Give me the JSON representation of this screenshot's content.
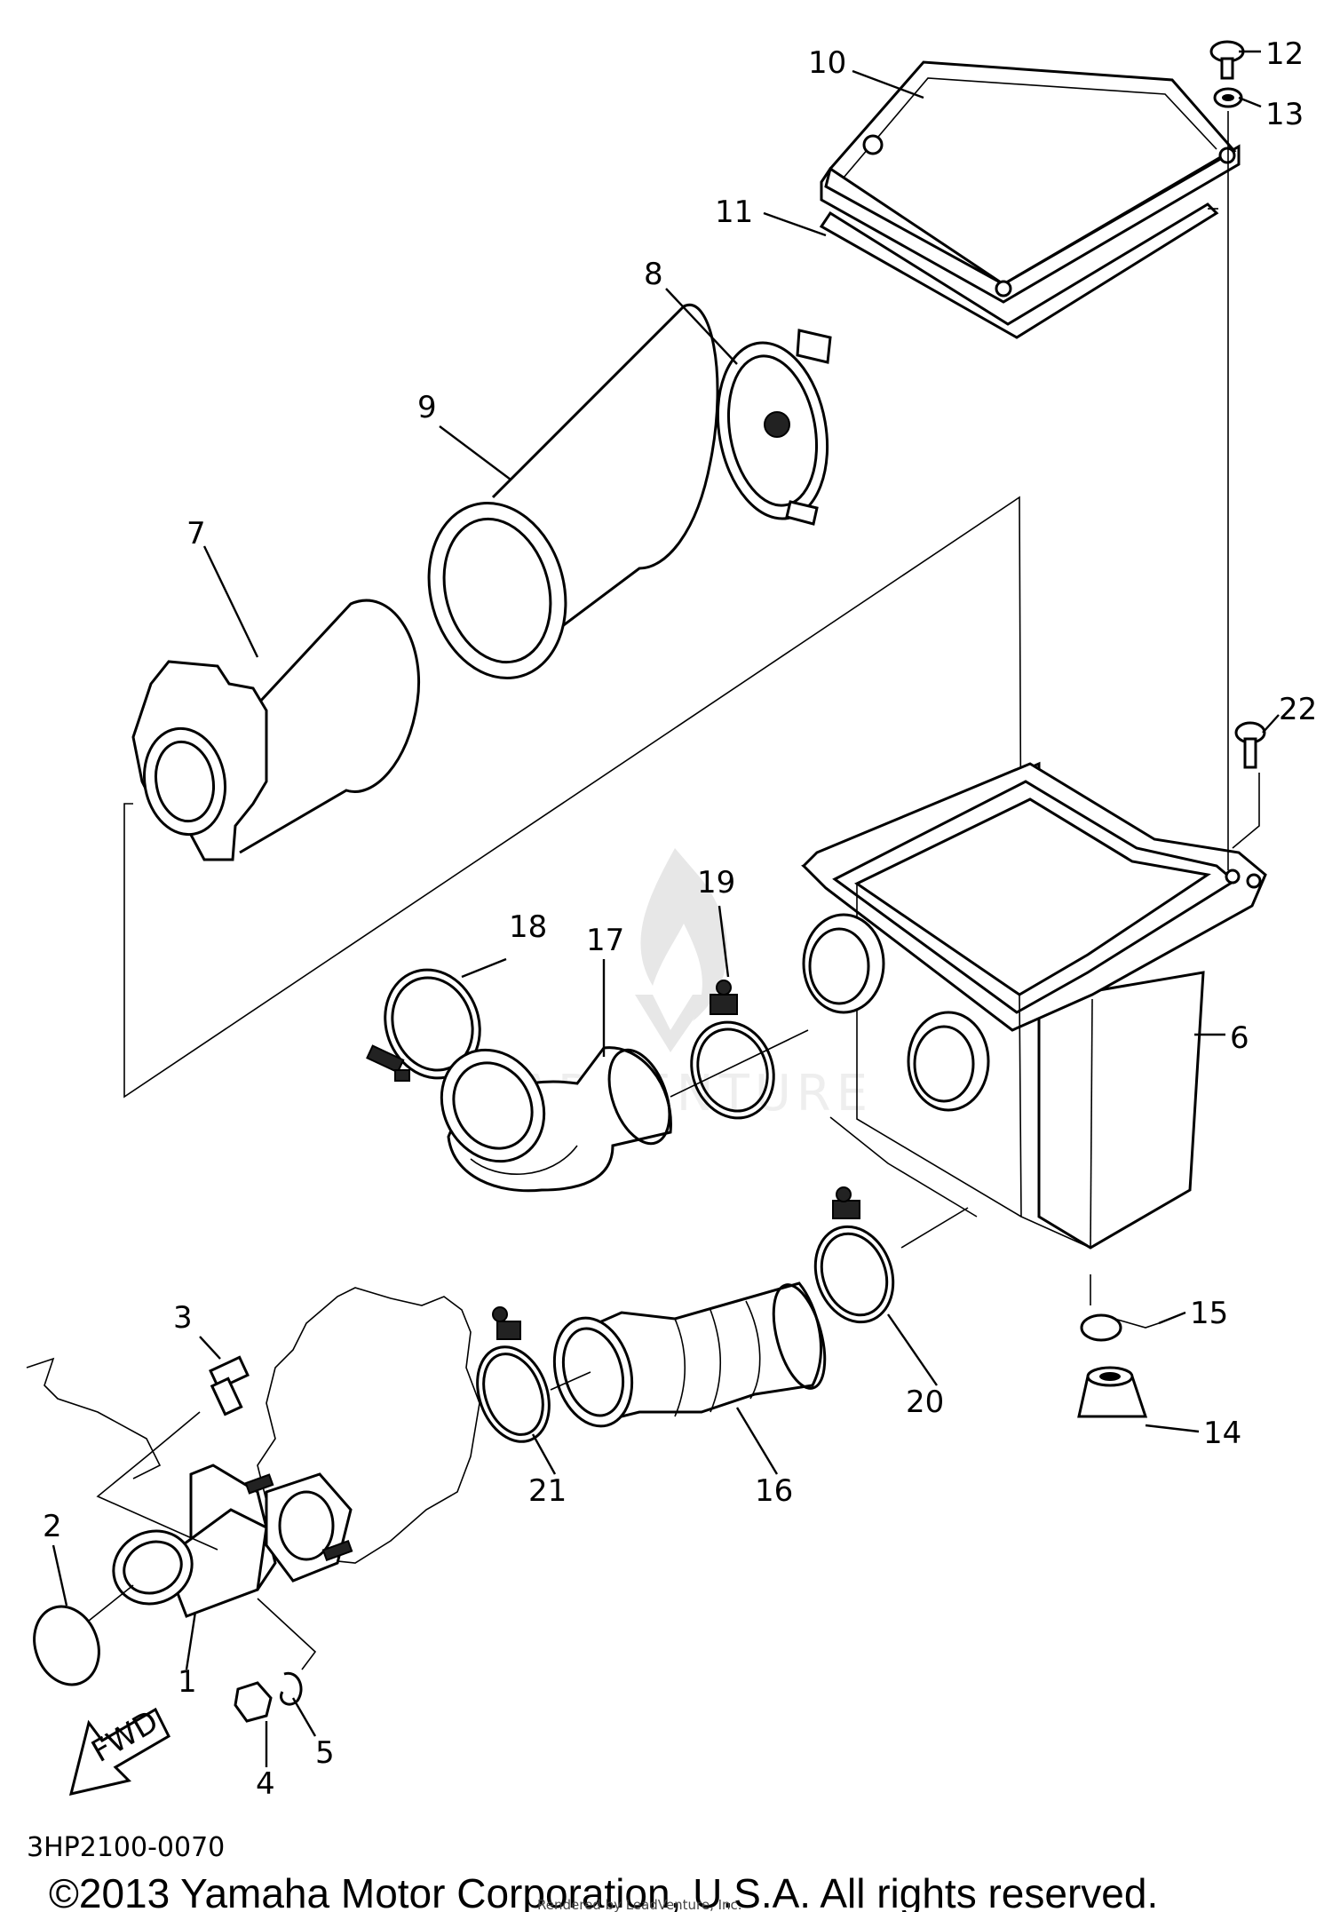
{
  "diagram": {
    "code": "3HP2100-0070",
    "copyright": "©2013 Yamaha Motor Corporation, U.S.A. All rights reserved.",
    "rendered_by": "Rendered by LeadVenture, Inc.",
    "watermark": "LEADVENTURE",
    "fwd_label": "FWD"
  },
  "callouts": [
    {
      "id": "c1",
      "text": "1"
    },
    {
      "id": "c2",
      "text": "2"
    },
    {
      "id": "c3",
      "text": "3"
    },
    {
      "id": "c4",
      "text": "4"
    },
    {
      "id": "c5",
      "text": "5"
    },
    {
      "id": "c6",
      "text": "6"
    },
    {
      "id": "c7",
      "text": "7"
    },
    {
      "id": "c8",
      "text": "8"
    },
    {
      "id": "c9",
      "text": "9"
    },
    {
      "id": "c10",
      "text": "10"
    },
    {
      "id": "c11",
      "text": "11"
    },
    {
      "id": "c12",
      "text": "12"
    },
    {
      "id": "c13",
      "text": "13"
    },
    {
      "id": "c14",
      "text": "14"
    },
    {
      "id": "c15",
      "text": "15"
    },
    {
      "id": "c16",
      "text": "16"
    },
    {
      "id": "c17",
      "text": "17"
    },
    {
      "id": "c18",
      "text": "18"
    },
    {
      "id": "c19",
      "text": "19"
    },
    {
      "id": "c20",
      "text": "20"
    },
    {
      "id": "c21",
      "text": "21"
    },
    {
      "id": "c22",
      "text": "22"
    }
  ]
}
